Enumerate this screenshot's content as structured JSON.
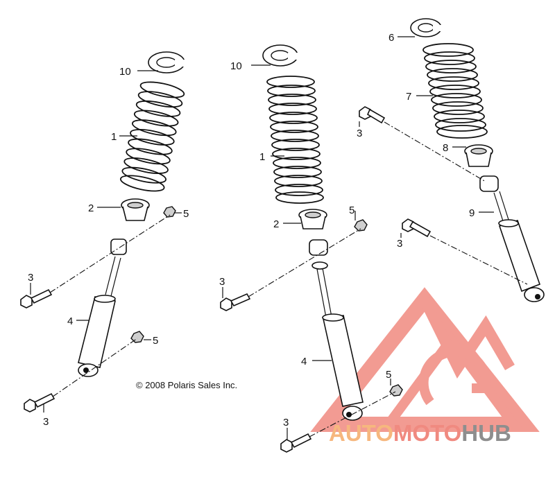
{
  "copyright": "© 2008 Polaris Sales Inc.",
  "callouts": {
    "a10": "10",
    "a1": "1",
    "a2": "2",
    "a5a": "5",
    "a3a": "3",
    "a4": "4",
    "a5b": "5",
    "a3b": "3",
    "b10": "10",
    "b1": "1",
    "b2": "2",
    "b5a": "5",
    "b3a": "3",
    "b4": "4",
    "b5b": "5",
    "b3b": "3",
    "c6": "6",
    "c7": "7",
    "c3a": "3",
    "c8": "8",
    "c9": "9",
    "c3b": "3"
  },
  "watermark": {
    "part1": "AUTO",
    "part2": "MOTO",
    "part3": "HUB",
    "colors": {
      "red": "#f08a80",
      "orange": "#f6b77e",
      "gray": "#8e8e8e"
    }
  }
}
